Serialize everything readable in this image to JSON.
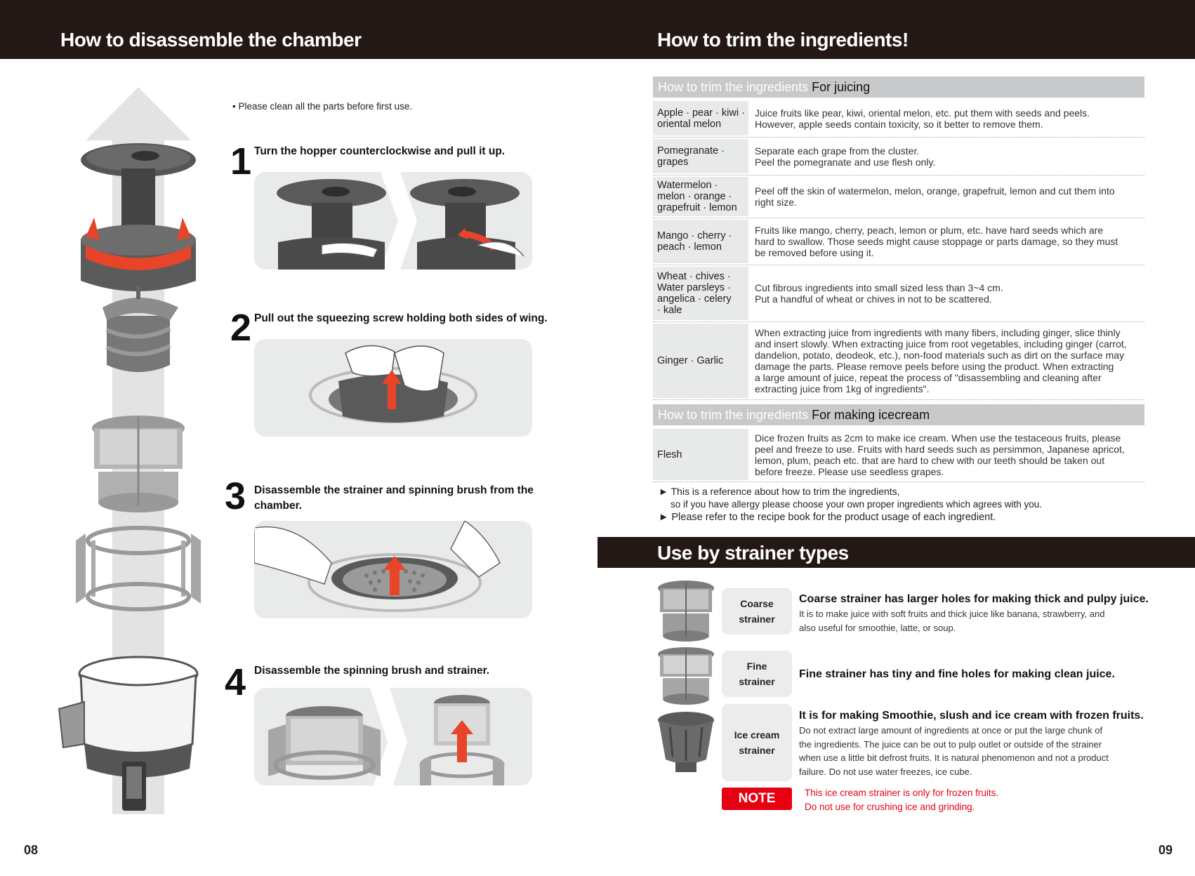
{
  "left_page": {
    "header": "How to disassemble the chamber",
    "intro": "Please clean all the parts before first use.",
    "steps": [
      {
        "num": "1",
        "text": "Turn the hopper counterclockwise and pull it up."
      },
      {
        "num": "2",
        "text": "Pull out the squeezing screw holding both sides of wing."
      },
      {
        "num": "3",
        "text_line1": "Disassemble the strainer and spinning brush from the",
        "text_line2": "chamber."
      },
      {
        "num": "4",
        "text": "Disassemble the spinning brush and strainer."
      }
    ],
    "page_number": "08"
  },
  "right_page": {
    "header": "How to trim the ingredients!",
    "juicing": {
      "prefix": "How to trim the ingredients",
      "title": "For juicing",
      "rows": [
        {
          "label": [
            "Apple · pear · kiwi ·",
            "oriental melon"
          ],
          "desc": [
            "Juice fruits like pear, kiwi, oriental melon, etc. put them with seeds and peels.",
            "However, apple seeds contain toxicity, so it better to remove them."
          ]
        },
        {
          "label": [
            "Pomegranate ·",
            "grapes"
          ],
          "desc": [
            "Separate each grape from the cluster.",
            "Peel the pomegranate and use flesh only."
          ]
        },
        {
          "label": [
            "Watermelon ·",
            "melon · orange ·",
            "grapefruit · lemon"
          ],
          "desc": [
            "Peel off the skin of watermelon, melon, orange, grapefruit, lemon and cut them into",
            "right size."
          ]
        },
        {
          "label": [
            "Mango · cherry ·",
            "peach · lemon"
          ],
          "desc": [
            "Fruits like mango, cherry, peach, lemon or plum, etc. have hard seeds which are",
            "hard to swallow. Those seeds might cause stoppage or parts damage, so they must",
            "be removed before using it."
          ]
        },
        {
          "label": [
            "Wheat · chives ·",
            "Water parsleys ·",
            "angelica · celery",
            "· kale"
          ],
          "desc": [
            "Cut fibrous ingredients into small sized less than 3~4 cm.",
            "Put a handful of wheat or chives in not to be scattered."
          ]
        },
        {
          "label": [
            "Ginger · Garlic"
          ],
          "desc": [
            "When extracting juice from ingredients with many fibers, including ginger, slice thinly",
            "and insert slowly. When extracting juice from root vegetables, including ginger (carrot,",
            "dandelion, potato, deodeok, etc.), non-food materials such as dirt on the surface may",
            "damage the parts. Please remove peels before using the product. When extracting",
            "a large amount of juice, repeat the process of \"disassembling and cleaning after",
            "extracting juice from 1kg of ingredients\"."
          ]
        }
      ]
    },
    "icecream": {
      "prefix": "How to trim the ingredients",
      "title": "For making icecream",
      "rows": [
        {
          "label": [
            "Flesh"
          ],
          "desc": [
            "Dice frozen fruits as 2cm to make ice cream. When use the testaceous fruits, please",
            "peel and freeze to use. Fruits with hard seeds such as persimmon, Japanese apricot,",
            "lemon, plum, peach etc. that are hard to chew with our teeth should be taken out",
            "before freeze. Please use seedless grapes."
          ]
        }
      ]
    },
    "notes": [
      "► This is a reference about how to trim the ingredients,",
      "so if you have allergy please choose your own proper ingredients which agrees with you.",
      "► Please refer to the recipe book for the product usage of each ingredient."
    ],
    "strainer_header": "Use by strainer types",
    "strainers": [
      {
        "badge": [
          "Coarse",
          "strainer"
        ],
        "title": "Coarse strainer has larger holes for making thick and pulpy juice.",
        "desc": [
          "It is to make juice with soft fruits and thick juice like banana, strawberry, and",
          "also useful for smoothie, latte, or soup."
        ]
      },
      {
        "badge": [
          "Fine",
          "strainer"
        ],
        "title": "Fine strainer has tiny and fine holes for making clean juice.",
        "desc": []
      },
      {
        "badge": [
          "Ice cream",
          "strainer"
        ],
        "title": "It is for making Smoothie, slush and ice cream with frozen fruits.",
        "desc": [
          "Do not extract large amount of ingredients at once or put the large chunk of",
          "the ingredients. The juice can be out to pulp outlet or outside of the strainer",
          "when use a little bit defrost fruits. It is natural phenomenon and not a product",
          "failure. Do not use water freezes, ice cube."
        ]
      }
    ],
    "note_label": "NOTE",
    "note_lines": [
      "This ice cream strainer is only for frozen fruits.",
      "Do not use for crushing ice and grinding."
    ],
    "page_number": "09"
  },
  "colors": {
    "header_bg": "#231815",
    "accent_orange": "#e8442a",
    "note_red": "#e60012",
    "table_label_bg": "#e8e9e9",
    "table_head_bg": "#c8c9ca"
  },
  "icons": [
    "up-arrow",
    "rotate-arrow",
    "hopper",
    "squeezing-screw",
    "strainer",
    "spinning-brush",
    "chamber"
  ]
}
